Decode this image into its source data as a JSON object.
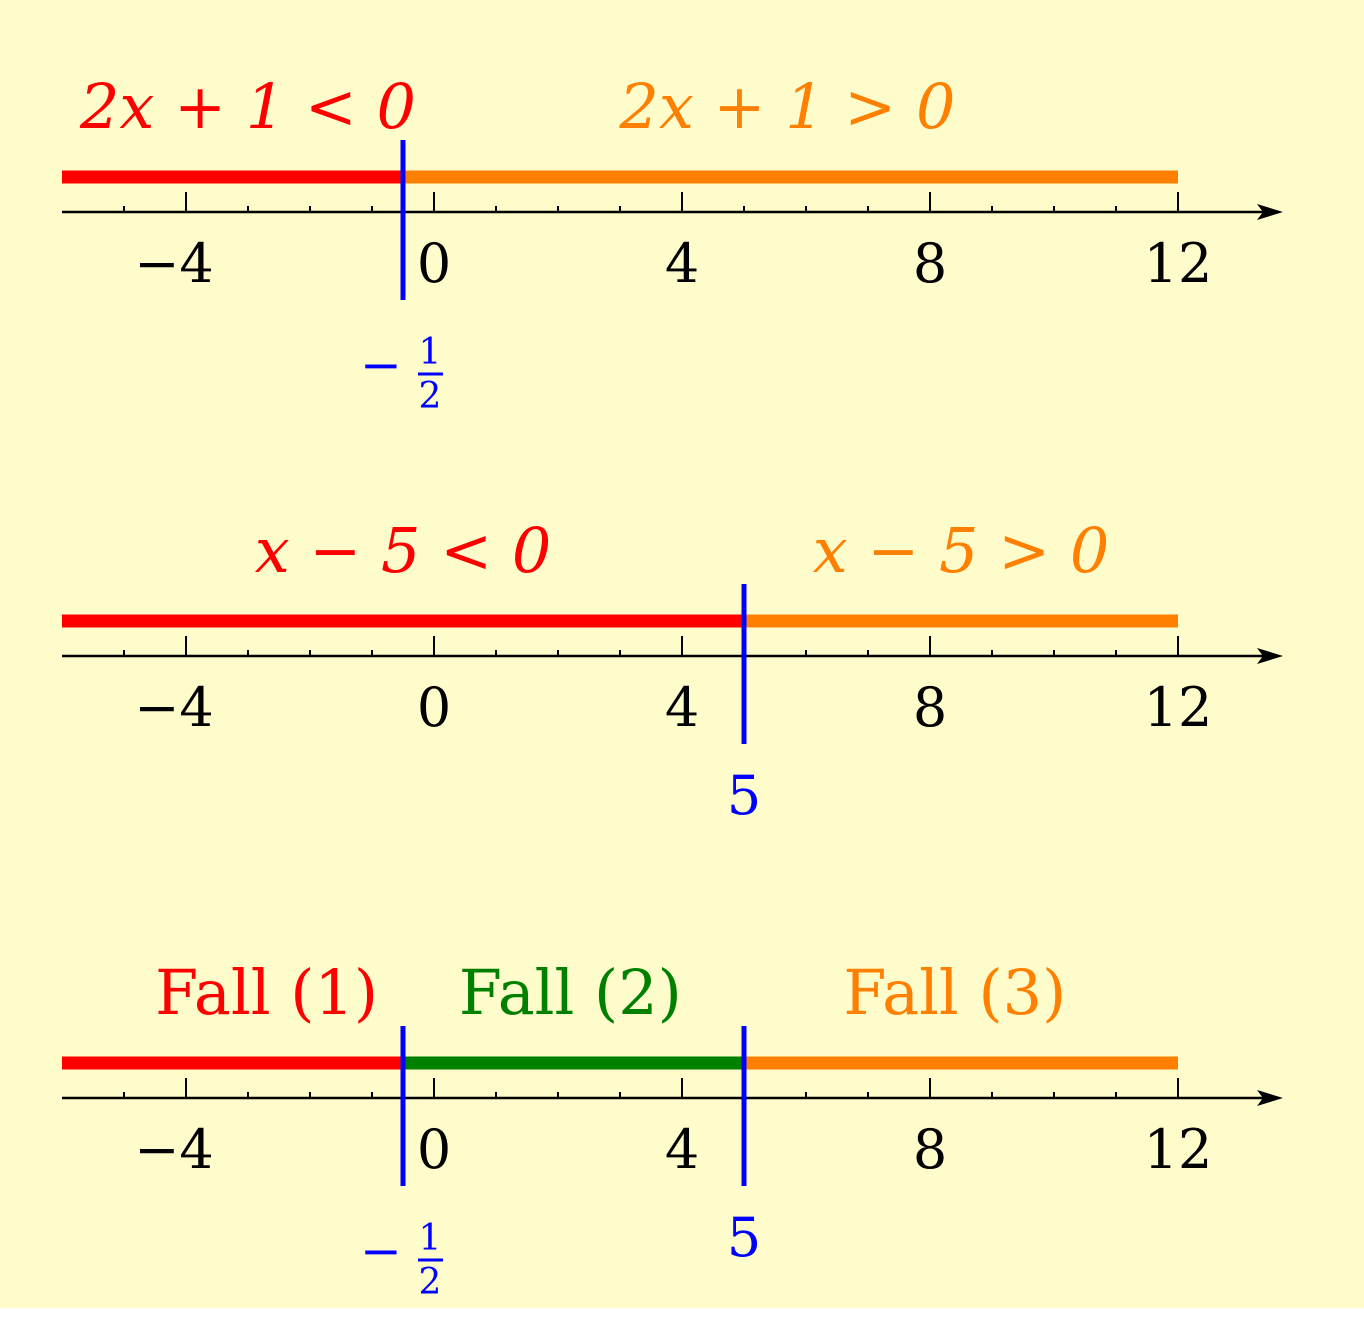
{
  "colors": {
    "background": "#fffccc",
    "red": "#ff0000",
    "orange": "#ff8000",
    "green": "#008000",
    "blue": "#0000ff",
    "axis": "#000000"
  },
  "axis_range": {
    "min": -6,
    "max": 13.5
  },
  "tick_labels": [
    {
      "value": -4,
      "text": "−4"
    },
    {
      "value": 0,
      "text": "0"
    },
    {
      "value": 4,
      "text": "4"
    },
    {
      "value": 8,
      "text": "8"
    },
    {
      "value": 12,
      "text": "12"
    }
  ],
  "lines": [
    {
      "id": "line-1",
      "segments": [
        {
          "from": -6,
          "to": -0.5,
          "color": "red"
        },
        {
          "from": -0.5,
          "to": 12,
          "color": "orange"
        }
      ],
      "markers": [
        {
          "value": -0.5,
          "label_sign": "−",
          "label_num": "1",
          "label_den": "2",
          "fraction": true
        }
      ],
      "labels": [
        {
          "text": "2x + 1 < 0",
          "color": "red",
          "center": -3,
          "math": true
        },
        {
          "text": "2x + 1 > 0",
          "color": "orange",
          "center": 5.7,
          "math": true
        }
      ]
    },
    {
      "id": "line-2",
      "segments": [
        {
          "from": -6,
          "to": 5,
          "color": "red"
        },
        {
          "from": 5,
          "to": 12,
          "color": "orange"
        }
      ],
      "markers": [
        {
          "value": 5,
          "label": "5",
          "fraction": false
        }
      ],
      "labels": [
        {
          "text": "x − 5 < 0",
          "color": "red",
          "center": -0.5,
          "math": true
        },
        {
          "text": "x − 5 > 0",
          "color": "orange",
          "center": 8.5,
          "math": true
        }
      ]
    },
    {
      "id": "line-3",
      "segments": [
        {
          "from": -6,
          "to": -0.5,
          "color": "red"
        },
        {
          "from": -0.5,
          "to": 5,
          "color": "green"
        },
        {
          "from": 5,
          "to": 12,
          "color": "orange"
        }
      ],
      "markers": [
        {
          "value": -0.5,
          "label_sign": "−",
          "label_num": "1",
          "label_den": "2",
          "fraction": true
        },
        {
          "value": 5,
          "label": "5",
          "fraction": false
        }
      ],
      "labels": [
        {
          "text": "Fall (1)",
          "color": "red",
          "center": -2.7,
          "math": false
        },
        {
          "text": "Fall (2)",
          "color": "green",
          "center": 2.2,
          "math": false
        },
        {
          "text": "Fall (3)",
          "color": "orange",
          "center": 8.4,
          "math": false
        }
      ]
    }
  ]
}
